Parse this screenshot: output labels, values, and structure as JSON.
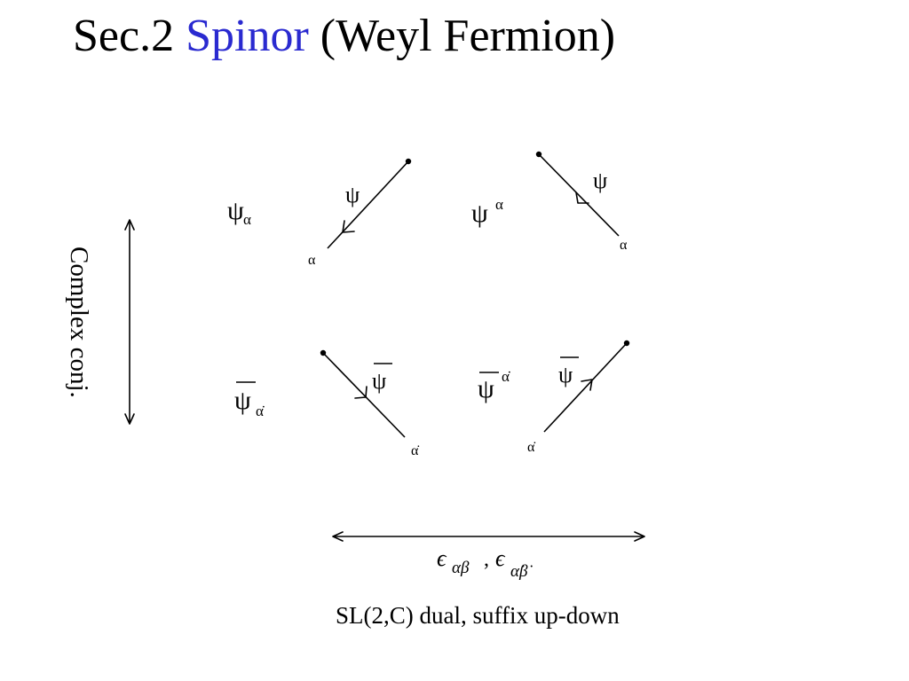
{
  "title": {
    "prefix": "Sec.2",
    "highlight": "Spinor",
    "suffix": "(Weyl Fermion)",
    "highlight_color": "#2a2ad0"
  },
  "symbols": {
    "psi": "ψ",
    "psibar": "ψ",
    "alpha": "α",
    "alpha_dot": "α̇",
    "epsilon": "ϵ"
  },
  "labels": {
    "complex_conj": "Complex conj.",
    "dual_caption": "SL(2,C) dual, suffix up-down",
    "epsilon_comma": ","
  },
  "diagram_cells": [
    {
      "id": "psi-lower",
      "field": "ψ",
      "index": "α",
      "position": "lower",
      "bar": false
    },
    {
      "id": "psi-upper",
      "field": "ψ",
      "index": "α",
      "position": "upper",
      "bar": false
    },
    {
      "id": "psibar-lower",
      "field": "ψ",
      "index": "α̇",
      "position": "lower",
      "bar": true
    },
    {
      "id": "psibar-upper",
      "field": "ψ",
      "index": "α̇",
      "position": "upper",
      "bar": true
    }
  ]
}
